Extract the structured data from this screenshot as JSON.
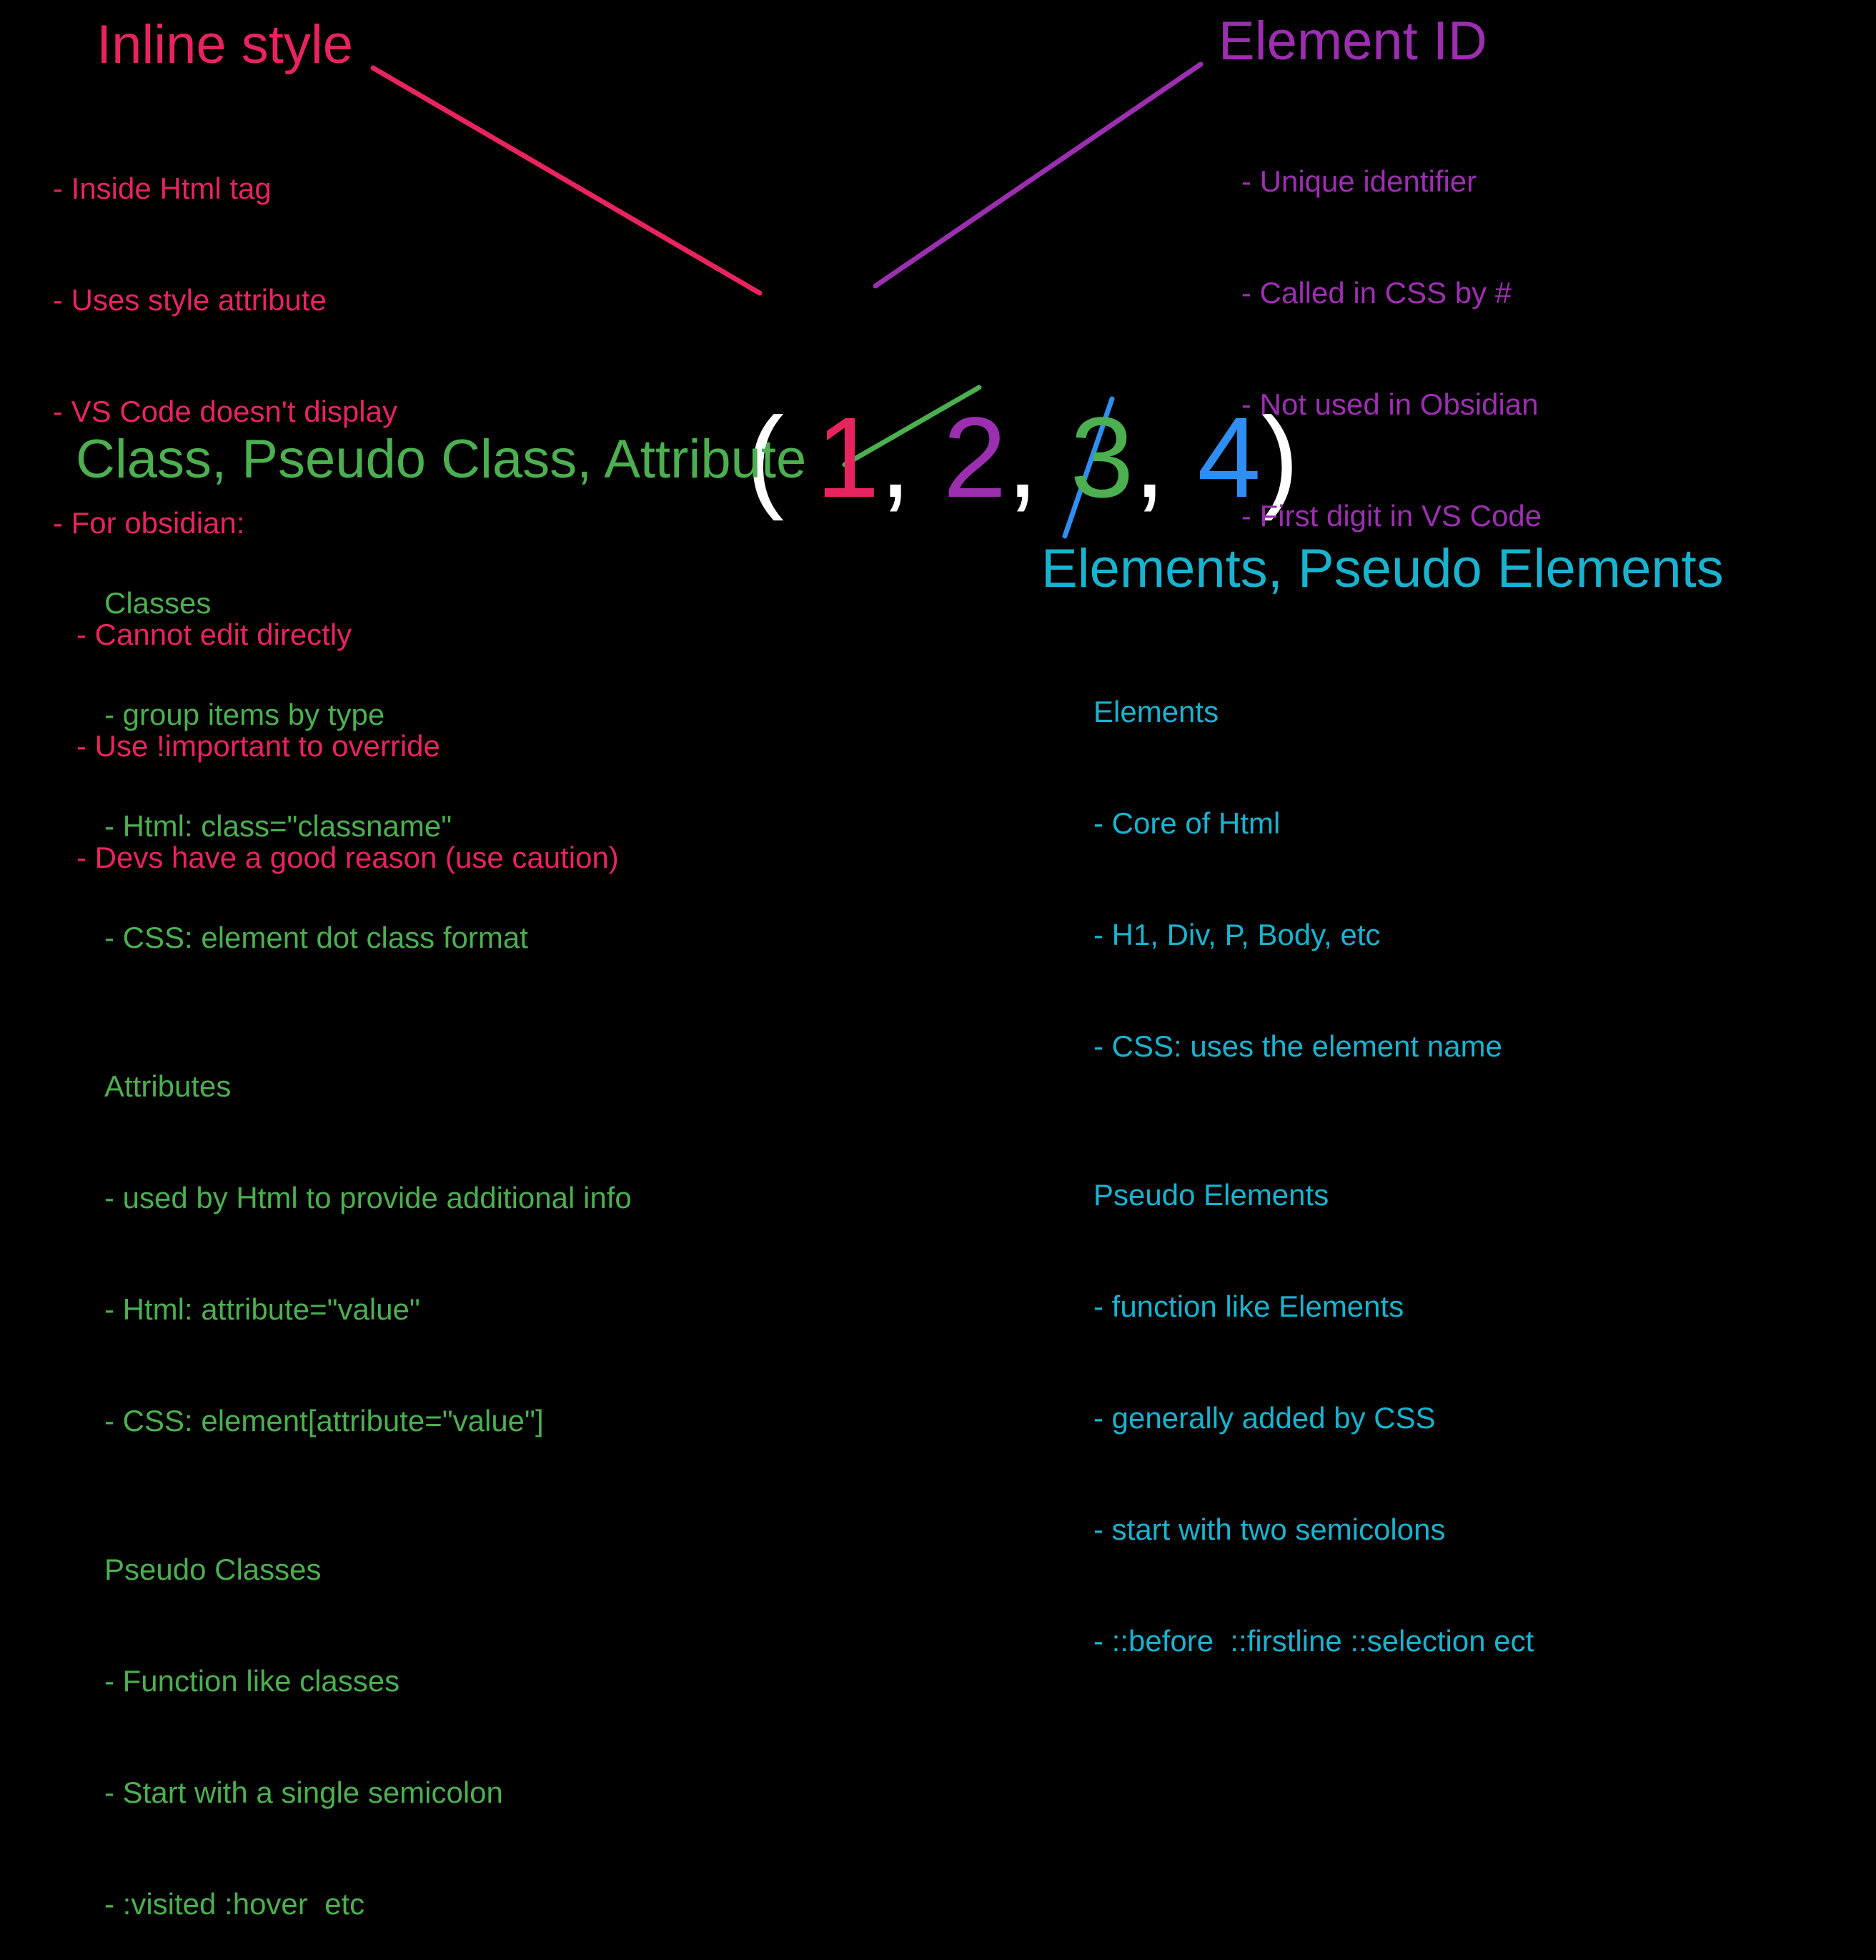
{
  "colors": {
    "inline": "#e8245f",
    "id": "#9c2fb0",
    "class": "#4caf50",
    "element": "#2e8ef2",
    "element_text": "#19b3cf",
    "neutral": "#ffffff"
  },
  "specificity": {
    "open": "(",
    "v1": "1",
    "sep1": ",",
    "v2": "2",
    "sep2": ",",
    "v3": "3",
    "sep3": ",",
    "v4": "4",
    "close": ")"
  },
  "inline_style": {
    "title": "Inline style",
    "notes": [
      "- Inside Html tag",
      "- Uses style attribute",
      "- VS Code doesn't display",
      "- For obsidian:",
      "- Cannot edit directly",
      "- Use !important to override",
      "- Devs have a good reason (use caution)"
    ]
  },
  "element_id": {
    "title": "Element ID",
    "notes": [
      "- Unique identifier",
      "- Called in CSS by #",
      "- Not used in Obsidian",
      "- First digit in VS Code"
    ]
  },
  "class_group": {
    "title": "Class, Pseudo Class, Attribute",
    "classes_heading": "Classes",
    "classes": [
      "- group items by type",
      "- Html: class=\"classname\"",
      "- CSS: element dot class format"
    ],
    "attributes_heading": "Attributes",
    "attributes": [
      "- used by Html to provide additional info",
      "- Html: attribute=\"value\"",
      "- CSS: element[attribute=\"value\"]"
    ],
    "pseudo_heading": "Pseudo Classes",
    "pseudo": [
      "- Function like classes",
      "- Start with a single semicolon",
      "- :visited :hover  etc"
    ]
  },
  "elements_group": {
    "title": "Elements, Pseudo Elements",
    "elements_heading": "Elements",
    "elements": [
      "- Core of Html",
      "- H1, Div, P, Body, etc",
      "- CSS: uses the element name"
    ],
    "pseudo_heading": "Pseudo Elements",
    "pseudo": [
      "- function like Elements",
      "- generally added by CSS",
      "- start with two semicolons",
      "- ::before  ::firstline ::selection ect"
    ]
  }
}
